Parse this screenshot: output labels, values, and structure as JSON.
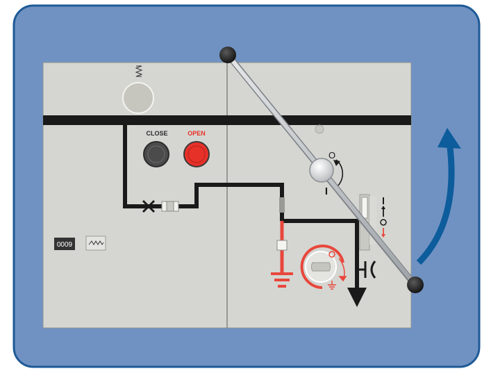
{
  "buttons": {
    "close_label": "CLOSE",
    "open_label": "OPEN"
  },
  "switch_positions": {
    "off_symbol": "O",
    "on_symbol": "I"
  },
  "counter": {
    "value": "0009"
  },
  "colors": {
    "frame_fill": "#7092c3",
    "frame_border": "#1e5a96",
    "panel_fill": "#d5d6d1",
    "bus_bar": "#1a1a1a",
    "open_button": "#e63129",
    "close_button": "#4b4b4b",
    "earth_red": "#e8473c",
    "arrow_blue": "#0d5c9c",
    "lever_silver": "#b8bcc0"
  },
  "icons": {
    "spring": "spring-charge-icon",
    "earth": "earth-ground-icon",
    "capacitor": "voltage-indicator-icon",
    "rotation": "rotation-arrow-icon"
  }
}
